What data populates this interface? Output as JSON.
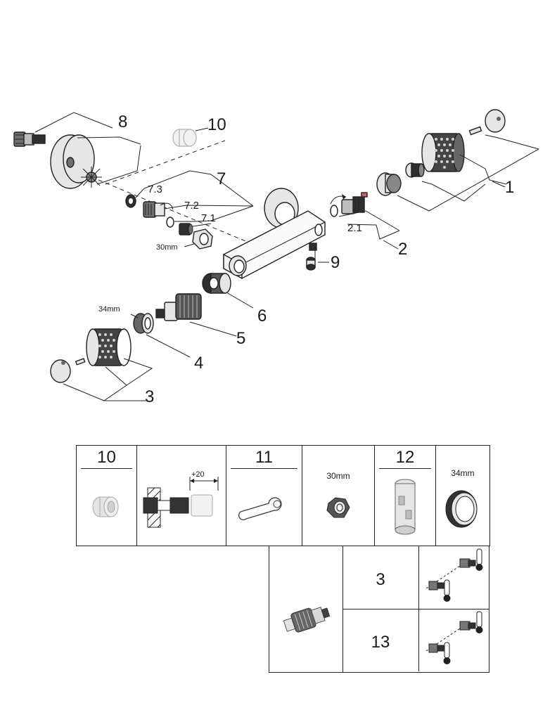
{
  "diagram": {
    "callouts": {
      "c1": "1",
      "c2": "2",
      "c2_1": "2.1",
      "c3": "3",
      "c4": "4",
      "c5": "5",
      "c6": "6",
      "c7": "7",
      "c7_1": "7.1",
      "c7_2": "7.2",
      "c7_3": "7.3",
      "c8": "8",
      "c9": "9",
      "c10": "10"
    },
    "dims": {
      "nut_left": "30mm",
      "ring_left": "34mm"
    }
  },
  "accessories": {
    "item10": {
      "number": "10",
      "extension": "+20"
    },
    "item11": {
      "number": "11",
      "nut_size": "30mm"
    },
    "item12": {
      "number": "12",
      "ring_size": "34mm"
    }
  },
  "cartridges": {
    "row1": {
      "number": "3"
    },
    "row2": {
      "number": "13"
    }
  }
}
